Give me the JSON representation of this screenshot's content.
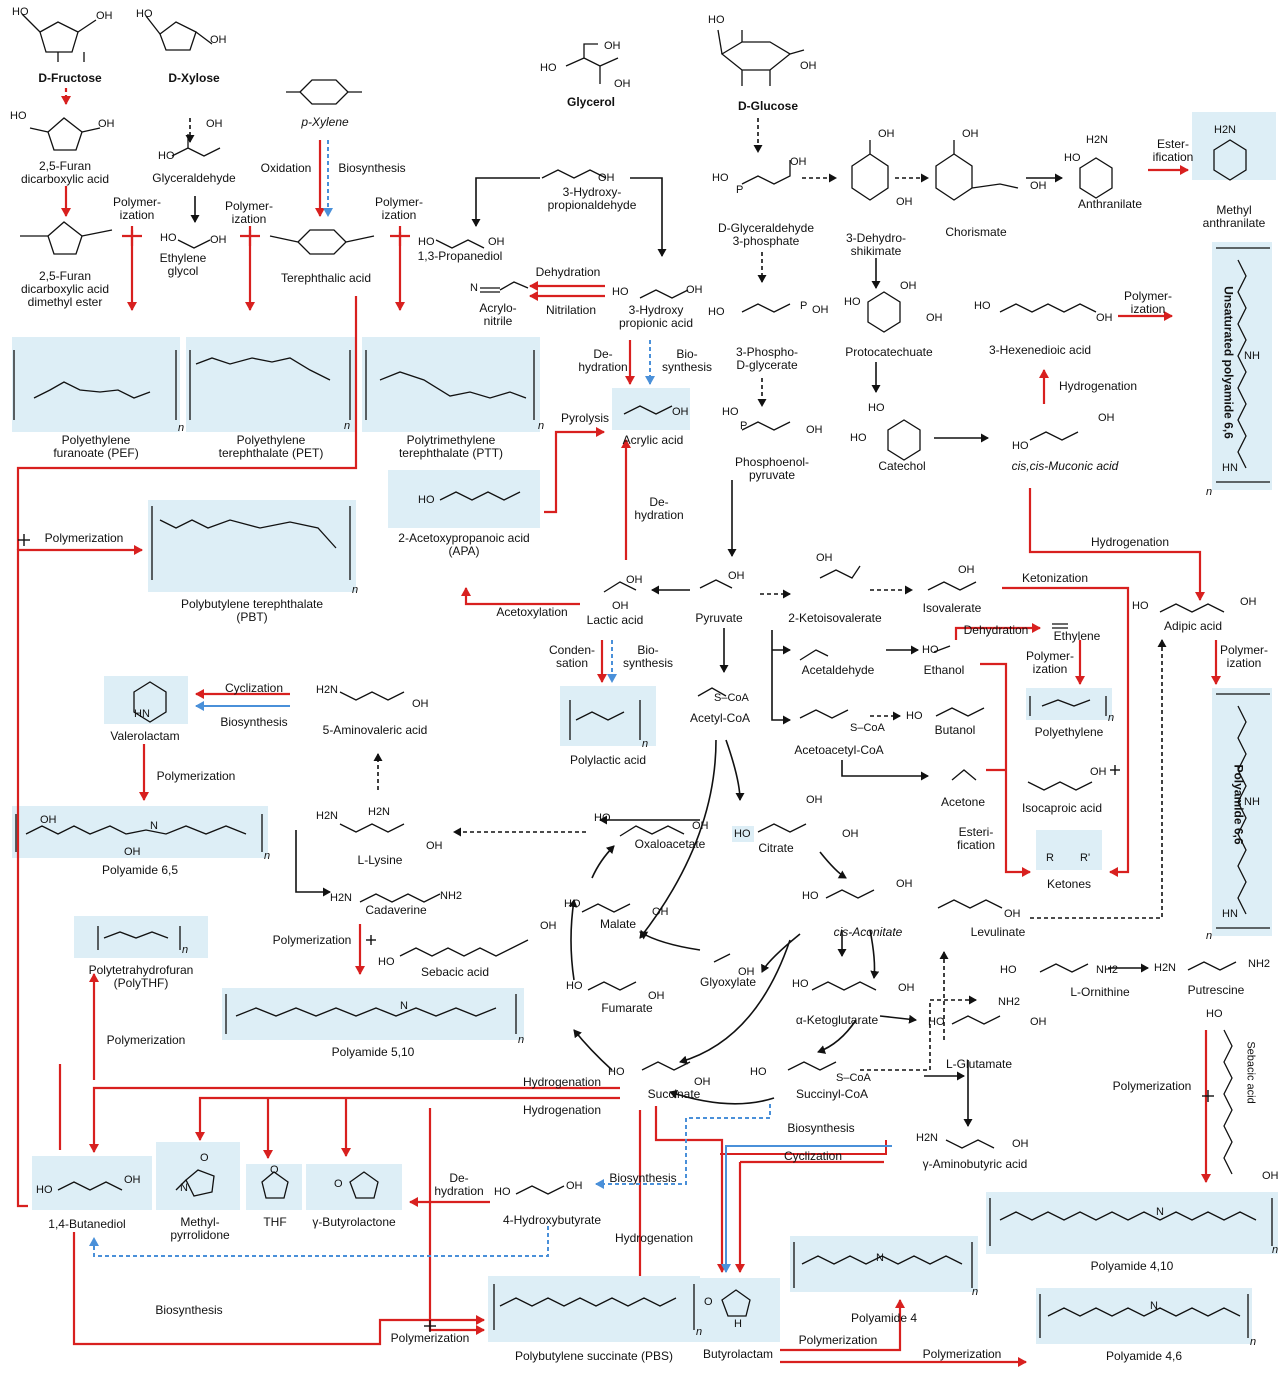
{
  "colors": {
    "chemical": "#d8201f",
    "bio": "#4a90d9",
    "natural": "#111111",
    "polymer_bg": "#ddeef6"
  },
  "feedstocks": {
    "fructose": "D-Fructose",
    "xylose": "D-Xylose",
    "pxylene": "p-Xylene",
    "glycerol": "Glycerol",
    "glucose": "D-Glucose"
  },
  "compounds": {
    "fdca": "2,5-Furan\ndicarboxylic acid",
    "fdca_ester": "2,5-Furan\ndicarboxylic acid\ndimethyl ester",
    "glyceraldehyde": "Glyceraldehyde",
    "ethylene_glycol": "Ethylene\nglycol",
    "terephthalic": "Terephthalic acid",
    "propanediol": "1,3-Propanediol",
    "hpa_ald": "3-Hydroxy-\npropionaldehyde",
    "hp_acid": "3-Hydroxy\npropionic acid",
    "acrylonitrile": "Acrylo-\nnitrile",
    "acrylic": "Acrylic acid",
    "g3p": "D-Glyceraldehyde\n3-phosphate",
    "pg3": "3-Phospho-\nD-glycerate",
    "pep": "Phosphoenol-\npyruvate",
    "dhs": "3-Dehydro-\nshikimate",
    "chorismate": "Chorismate",
    "anthranilate": "Anthranilate",
    "methyl_anthranilate": "Methyl\nanthranilate",
    "protocatechuate": "Protocatechuate",
    "catechol": "Catechol",
    "hexenedioic": "3-Hexenedioic acid",
    "muconic": "cis,cis-Muconic acid",
    "apa": "2-Acetoxypropanoic acid\n(APA)",
    "lactic": "Lactic acid",
    "pyruvate": "Pyruvate",
    "ketoisovalerate": "2-Ketoisovalerate",
    "isovalerate": "Isovalerate",
    "acetaldehyde": "Acetaldehyde",
    "ethanol": "Ethanol",
    "ethylene": "Ethylene",
    "acetyl_coa": "Acetyl-CoA",
    "acetoacetyl_coa": "Acetoacetyl-CoA",
    "butanol": "Butanol",
    "acetone": "Acetone",
    "isocaproic": "Isocaproic acid",
    "ketones": "Ketones",
    "adipic": "Adipic acid",
    "aminovaleric": "5-Aminovaleric acid",
    "valerolactam": "Valerolactam",
    "lysine": "L-Lysine",
    "cadaverine": "Cadaverine",
    "sebacic": "Sebacic acid",
    "oxaloacetate": "Oxaloacetate",
    "citrate": "Citrate",
    "malate": "Malate",
    "aconitate": "cis-Aconitate",
    "glyoxylate": "Glyoxylate",
    "fumarate": "Fumarate",
    "levulinate": "Levulinate",
    "akg": "α-Ketoglutarate",
    "ornithine": "L-Ornithine",
    "putrescine": "Putrescine",
    "glutamate": "L-Glutamate",
    "succinate": "Succinate",
    "succinyl_coa": "Succinyl-CoA",
    "gaba": "γ-Aminobutyric acid",
    "butanediol": "1,4-Butanediol",
    "nmp": "Methyl-\npyrrolidone",
    "thf": "THF",
    "gbl": "γ-Butyrolactone",
    "hb4": "4-Hydroxybutyrate",
    "butyrolactam": "Butyrolactam",
    "sebacic_vertical": "Sebacic acid"
  },
  "polymers": {
    "pef": "Polyethylene\nfuranoate (PEF)",
    "pet": "Polyethylene\nterephthalate (PET)",
    "ptt": "Polytrimethylene\nterephthalate (PTT)",
    "pbt": "Polybutylene terephthalate\n(PBT)",
    "pla": "Polylactic acid",
    "pe": "Polyethylene",
    "pa66_top": "Unsaturated polyamide 6,6",
    "pa66": "Polyamide 6,6",
    "pa65": "Polyamide 6,5",
    "polythf": "Polytetrahydrofuran\n(PolyTHF)",
    "pa510": "Polyamide 5,10",
    "pa410": "Polyamide 4,10",
    "pa4": "Polyamide 4",
    "pa46": "Polyamide 4,6",
    "pbs": "Polybutylene succinate (PBS)"
  },
  "reactions": {
    "polymerization_split": "Polymer-\nization",
    "oxidation": "Oxidation",
    "biosynthesis": "Biosynthesis",
    "dehydration": "Dehydration",
    "nitrilation": "Nitrilation",
    "de_hydration": "De-\nhydration",
    "bio_synthesis": "Bio-\nsynthesis",
    "pyrolysis": "Pyrolysis",
    "esterification": "Ester-\nification",
    "polymerization": "Polymerization",
    "hydrogenation": "Hydrogenation",
    "acetoxylation": "Acetoxylation",
    "condensation": "Conden-\nsation",
    "ketonization": "Ketonization",
    "esteri_fication": "Esteri-\nfication",
    "cyclization": "Cyclization",
    "polymer_ization": "Polymer-\nization"
  },
  "atoms": {
    "oh": "OH",
    "ho": "HO",
    "o": "O",
    "n": "N",
    "nh": "NH",
    "hn": "HN",
    "h2n": "H2N",
    "nh2": "NH2",
    "p": "P",
    "scoa": "S–CoA",
    "n_sub": "n",
    "r": "R",
    "r2": "R'",
    "h": "H"
  }
}
